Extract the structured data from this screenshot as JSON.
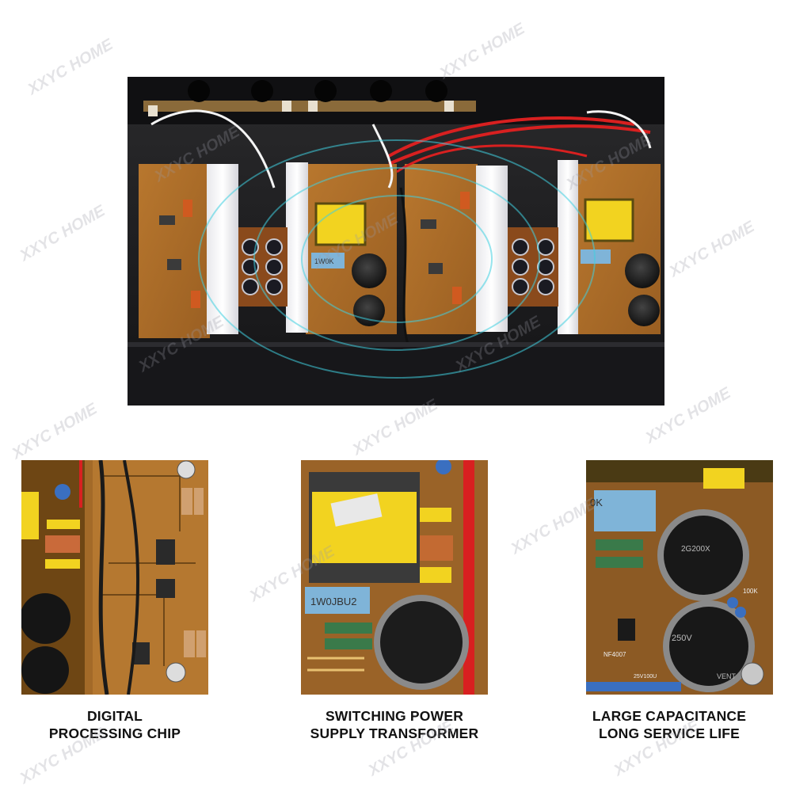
{
  "captions": [
    {
      "line1": "DIGITAL",
      "line2": "PROCESSING CHIP"
    },
    {
      "line1": "SWITCHING POWER",
      "line2": "SUPPLY TRANSFORMER"
    },
    {
      "line1": "LARGE CAPACITANCE",
      "line2": "LONG SERVICE LIFE"
    }
  ],
  "watermark": "XXYC HOME",
  "component_labels": {
    "film_cap_main": "1W0K",
    "film_cap_thumb": "1W0JBU2",
    "film_cap_thumb3": "0K",
    "resistor_100k": "100K",
    "diode": "NF4007",
    "cap_rating": "250V",
    "cap_vent": "VENT",
    "cap_brand": "2G200X",
    "cap_small": "25V100U"
  }
}
